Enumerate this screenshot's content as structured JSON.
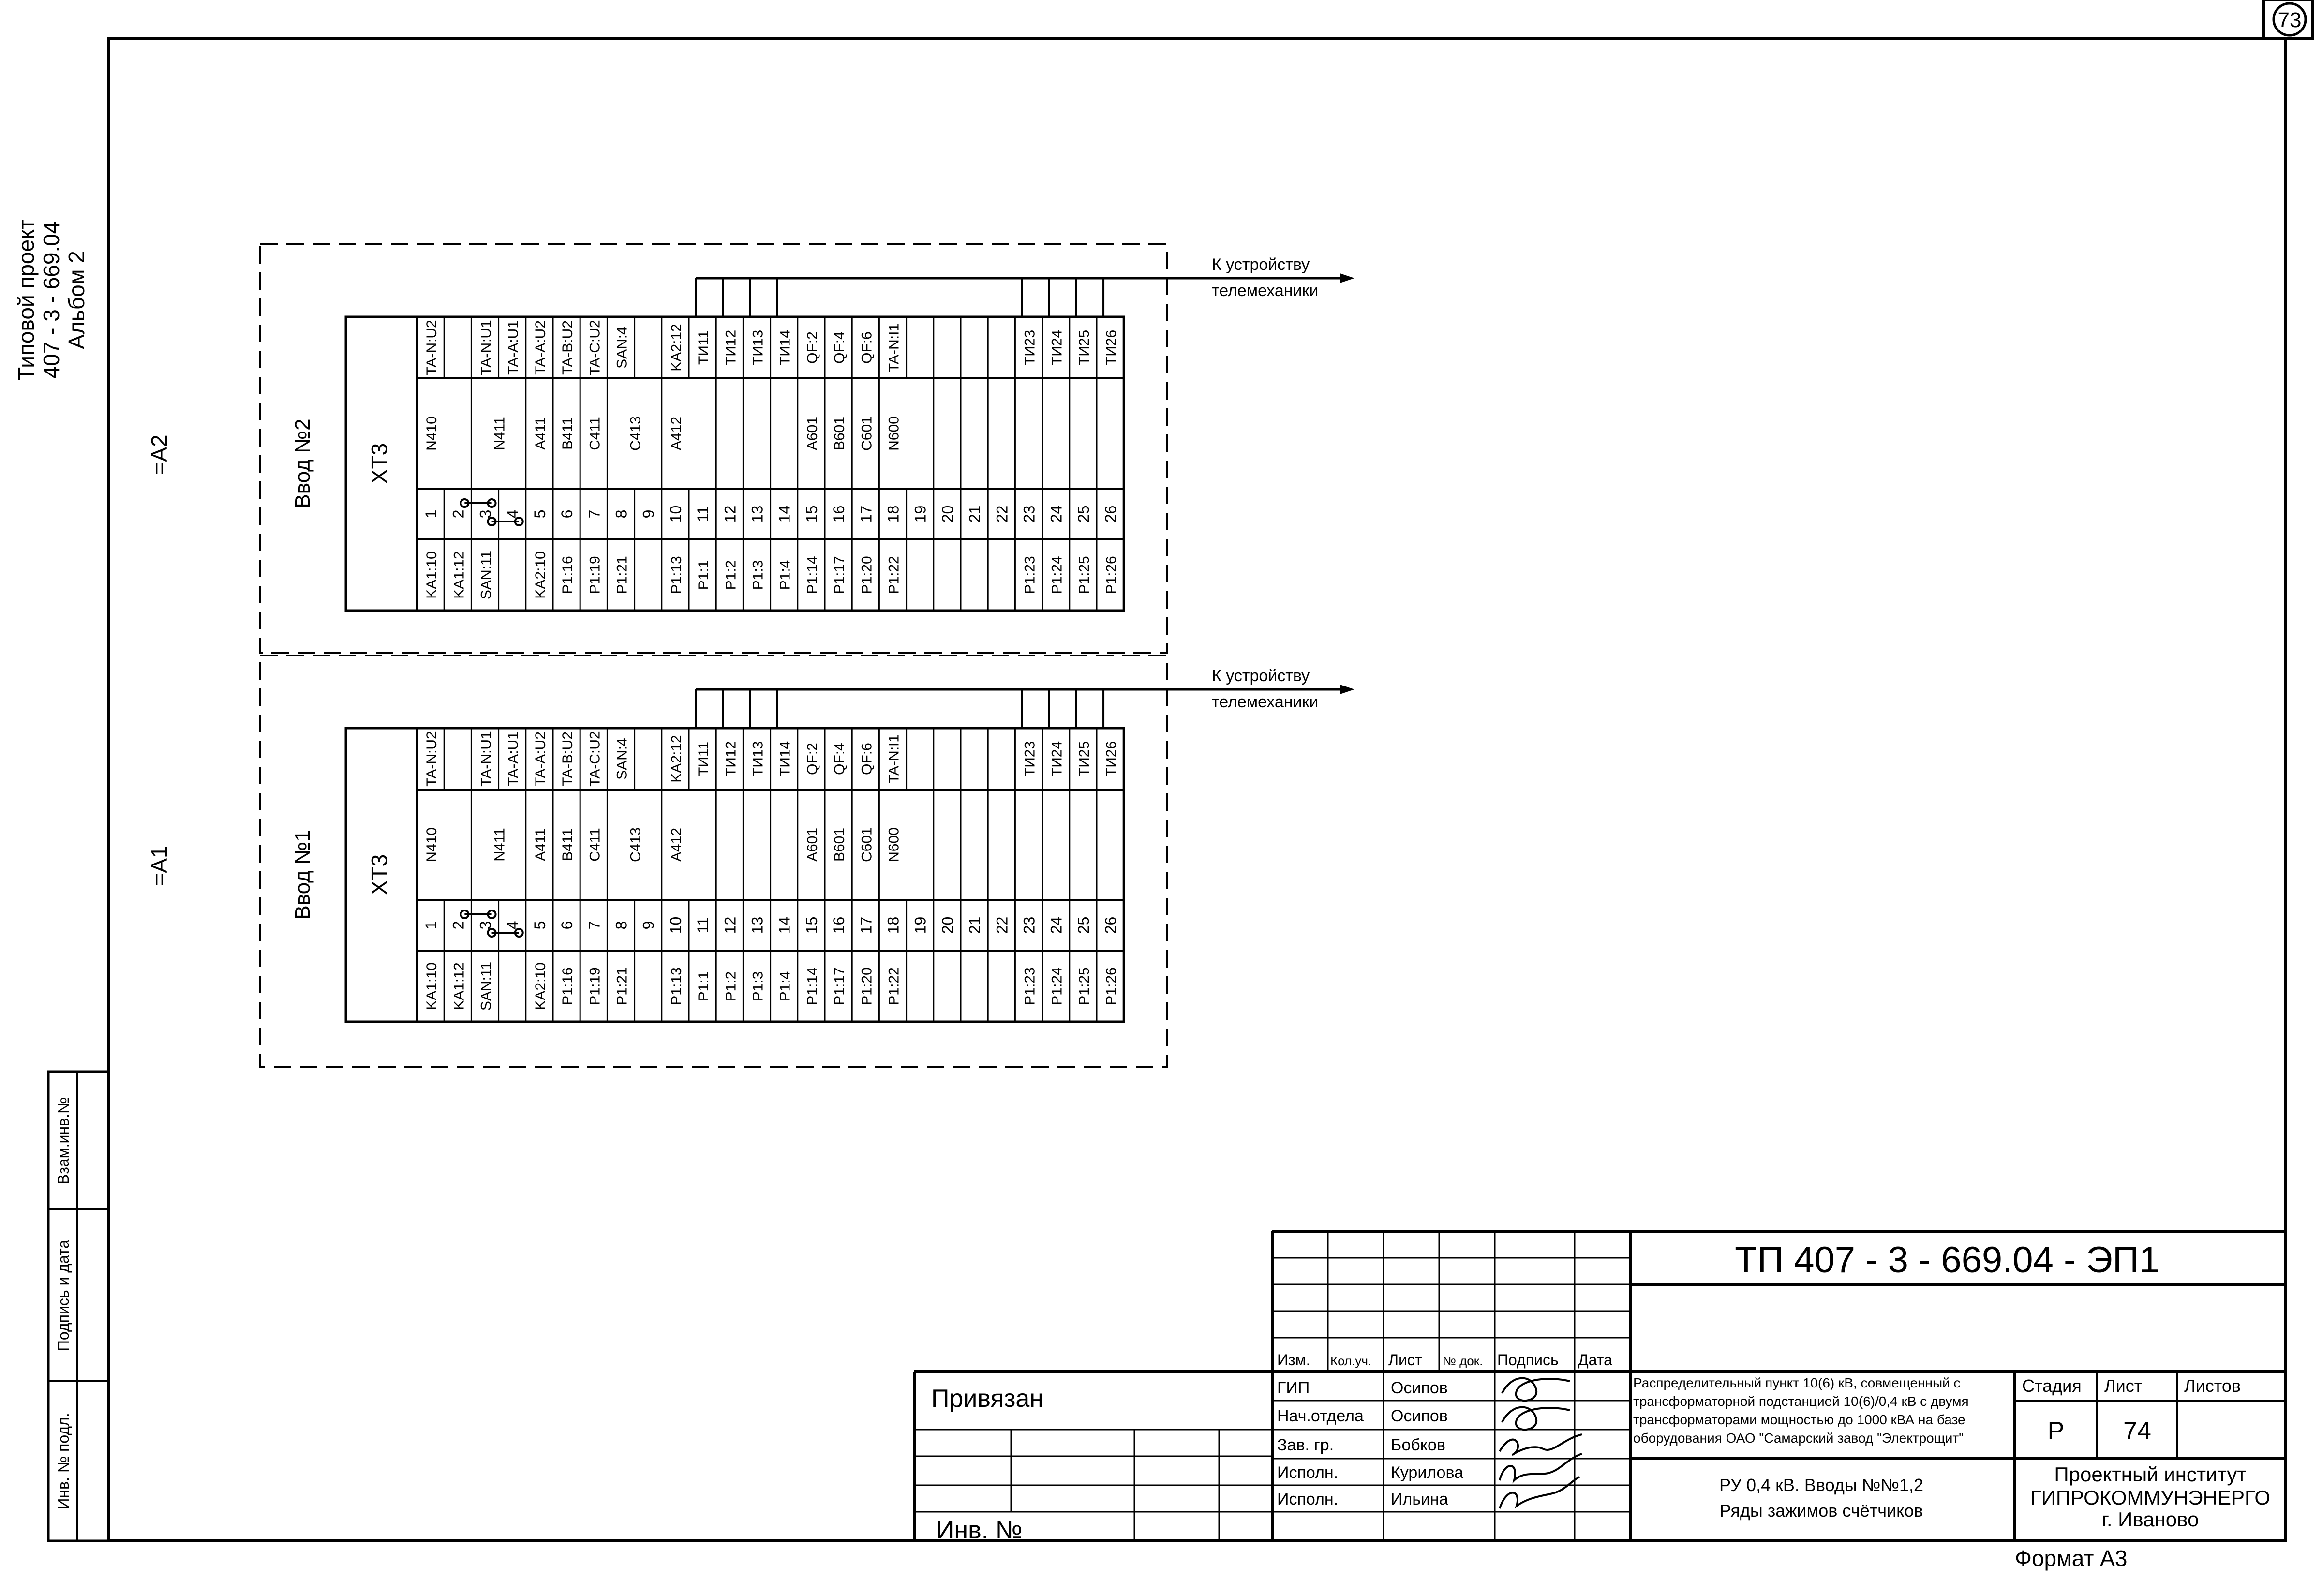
{
  "sheet": {
    "page_number": "73",
    "side_title": [
      "Типовой проект",
      "407 - 3 - 669.04",
      "Альбом 2"
    ],
    "left_stamp": [
      "Инв. № подл.",
      "Подпись и дата",
      "Взам.инв.№"
    ]
  },
  "blocks": [
    {
      "ref": "=A2",
      "name": "Ввод №2",
      "strip": "XT3",
      "telemetry": [
        "К устройству",
        "телемеханики"
      ],
      "rows": [
        {
          "left": "KA1:10",
          "num": "1",
          "wire": "N410",
          "right": "TA-N:U2"
        },
        {
          "left": "KA1:12",
          "num": "2",
          "wire": "",
          "right": ""
        },
        {
          "left": "SAN:11",
          "num": "3",
          "wire": "N411",
          "right": "TA-N:U1"
        },
        {
          "left": "",
          "num": "4",
          "wire": "",
          "right": "TA-A:U1"
        },
        {
          "left": "KA2:10",
          "num": "5",
          "wire": "A411",
          "right": "TA-A:U2"
        },
        {
          "left": "P1:16",
          "num": "6",
          "wire": "B411",
          "right": "TA-B:U2"
        },
        {
          "left": "P1:19",
          "num": "7",
          "wire": "C411",
          "right": "TA-C:U2"
        },
        {
          "left": "P1:21",
          "num": "8",
          "wire": "C413",
          "right": "SAN:4"
        },
        {
          "left": "",
          "num": "9",
          "wire": "",
          "right": ""
        },
        {
          "left": "P1:13",
          "num": "10",
          "wire": "A412",
          "right": "KA2:12"
        },
        {
          "left": "P1:1",
          "num": "11",
          "wire": "",
          "right": "ТИ11"
        },
        {
          "left": "P1:2",
          "num": "12",
          "wire": "",
          "right": "ТИ12"
        },
        {
          "left": "P1:3",
          "num": "13",
          "wire": "",
          "right": "ТИ13"
        },
        {
          "left": "P1:4",
          "num": "14",
          "wire": "",
          "right": "ТИ14"
        },
        {
          "left": "P1:14",
          "num": "15",
          "wire": "A601",
          "right": "QF:2"
        },
        {
          "left": "P1:17",
          "num": "16",
          "wire": "B601",
          "right": "QF:4"
        },
        {
          "left": "P1:20",
          "num": "17",
          "wire": "C601",
          "right": "QF:6"
        },
        {
          "left": "P1:22",
          "num": "18",
          "wire": "N600",
          "right": "TA-N:I1"
        },
        {
          "left": "",
          "num": "19",
          "wire": "",
          "right": ""
        },
        {
          "left": "",
          "num": "20",
          "wire": "",
          "right": ""
        },
        {
          "left": "",
          "num": "21",
          "wire": "",
          "right": ""
        },
        {
          "left": "",
          "num": "22",
          "wire": "",
          "right": ""
        },
        {
          "left": "P1:23",
          "num": "23",
          "wire": "",
          "right": "ТИ23"
        },
        {
          "left": "P1:24",
          "num": "24",
          "wire": "",
          "right": "ТИ24"
        },
        {
          "left": "P1:25",
          "num": "25",
          "wire": "",
          "right": "ТИ25"
        },
        {
          "left": "P1:26",
          "num": "26",
          "wire": "",
          "right": "ТИ26"
        }
      ]
    },
    {
      "ref": "=A1",
      "name": "Ввод №1",
      "strip": "XT3",
      "telemetry": [
        "К устройству",
        "телемеханики"
      ],
      "rows": [
        {
          "left": "KA1:10",
          "num": "1",
          "wire": "N410",
          "right": "TA-N:U2"
        },
        {
          "left": "KA1:12",
          "num": "2",
          "wire": "",
          "right": ""
        },
        {
          "left": "SAN:11",
          "num": "3",
          "wire": "N411",
          "right": "TA-N:U1"
        },
        {
          "left": "",
          "num": "4",
          "wire": "",
          "right": "TA-A:U1"
        },
        {
          "left": "KA2:10",
          "num": "5",
          "wire": "A411",
          "right": "TA-A:U2"
        },
        {
          "left": "P1:16",
          "num": "6",
          "wire": "B411",
          "right": "TA-B:U2"
        },
        {
          "left": "P1:19",
          "num": "7",
          "wire": "C411",
          "right": "TA-C:U2"
        },
        {
          "left": "P1:21",
          "num": "8",
          "wire": "C413",
          "right": "SAN:4"
        },
        {
          "left": "",
          "num": "9",
          "wire": "",
          "right": ""
        },
        {
          "left": "P1:13",
          "num": "10",
          "wire": "A412",
          "right": "KA2:12"
        },
        {
          "left": "P1:1",
          "num": "11",
          "wire": "",
          "right": "ТИ11"
        },
        {
          "left": "P1:2",
          "num": "12",
          "wire": "",
          "right": "ТИ12"
        },
        {
          "left": "P1:3",
          "num": "13",
          "wire": "",
          "right": "ТИ13"
        },
        {
          "left": "P1:4",
          "num": "14",
          "wire": "",
          "right": "ТИ14"
        },
        {
          "left": "P1:14",
          "num": "15",
          "wire": "A601",
          "right": "QF:2"
        },
        {
          "left": "P1:17",
          "num": "16",
          "wire": "B601",
          "right": "QF:4"
        },
        {
          "left": "P1:20",
          "num": "17",
          "wire": "C601",
          "right": "QF:6"
        },
        {
          "left": "P1:22",
          "num": "18",
          "wire": "N600",
          "right": "TA-N:I1"
        },
        {
          "left": "",
          "num": "19",
          "wire": "",
          "right": ""
        },
        {
          "left": "",
          "num": "20",
          "wire": "",
          "right": ""
        },
        {
          "left": "",
          "num": "21",
          "wire": "",
          "right": ""
        },
        {
          "left": "",
          "num": "22",
          "wire": "",
          "right": ""
        },
        {
          "left": "P1:23",
          "num": "23",
          "wire": "",
          "right": "ТИ23"
        },
        {
          "left": "P1:24",
          "num": "24",
          "wire": "",
          "right": "ТИ24"
        },
        {
          "left": "P1:25",
          "num": "25",
          "wire": "",
          "right": "ТИ25"
        },
        {
          "left": "P1:26",
          "num": "26",
          "wire": "",
          "right": "ТИ26"
        }
      ]
    }
  ],
  "title_block": {
    "code": "ТП  407 - 3 - 669.04 - ЭП1",
    "headers": [
      "Изм.",
      "Кол.уч.",
      "Лист",
      "№ док.",
      "Подпись",
      "Дата"
    ],
    "people": [
      {
        "role": "ГИП",
        "name": "Осипов"
      },
      {
        "role": "Нач.отдела",
        "name": "Осипов"
      },
      {
        "role": "Зав. гр.",
        "name": "Бобков"
      },
      {
        "role": "Исполн.",
        "name": "Курилова"
      },
      {
        "role": "Исполн.",
        "name": "Ильина"
      }
    ],
    "description": [
      "Распределительный пункт 10(6) кВ, совмещенный с",
      "трансформаторной подстанцией 10(6)/0,4 кВ с двумя",
      "трансформаторами мощностью до 1000 кВА на базе",
      "оборудования ОАО \"Самарский завод \"Электрощит\""
    ],
    "sheet_title": [
      "РУ 0,4 кВ. Вводы №№1,2",
      "Ряды зажимов счётчиков"
    ],
    "stage_label": "Стадия",
    "sheet_label": "Лист",
    "sheets_label": "Листов",
    "stage": "Р",
    "sheet": "74",
    "sheets": "",
    "org": [
      "Проектный институт",
      "ГИПРОКОММУНЭНЕРГО",
      "г. Иваново"
    ],
    "privyazan": "Привязан",
    "inv": "Инв. №",
    "format": "Формат А3"
  }
}
